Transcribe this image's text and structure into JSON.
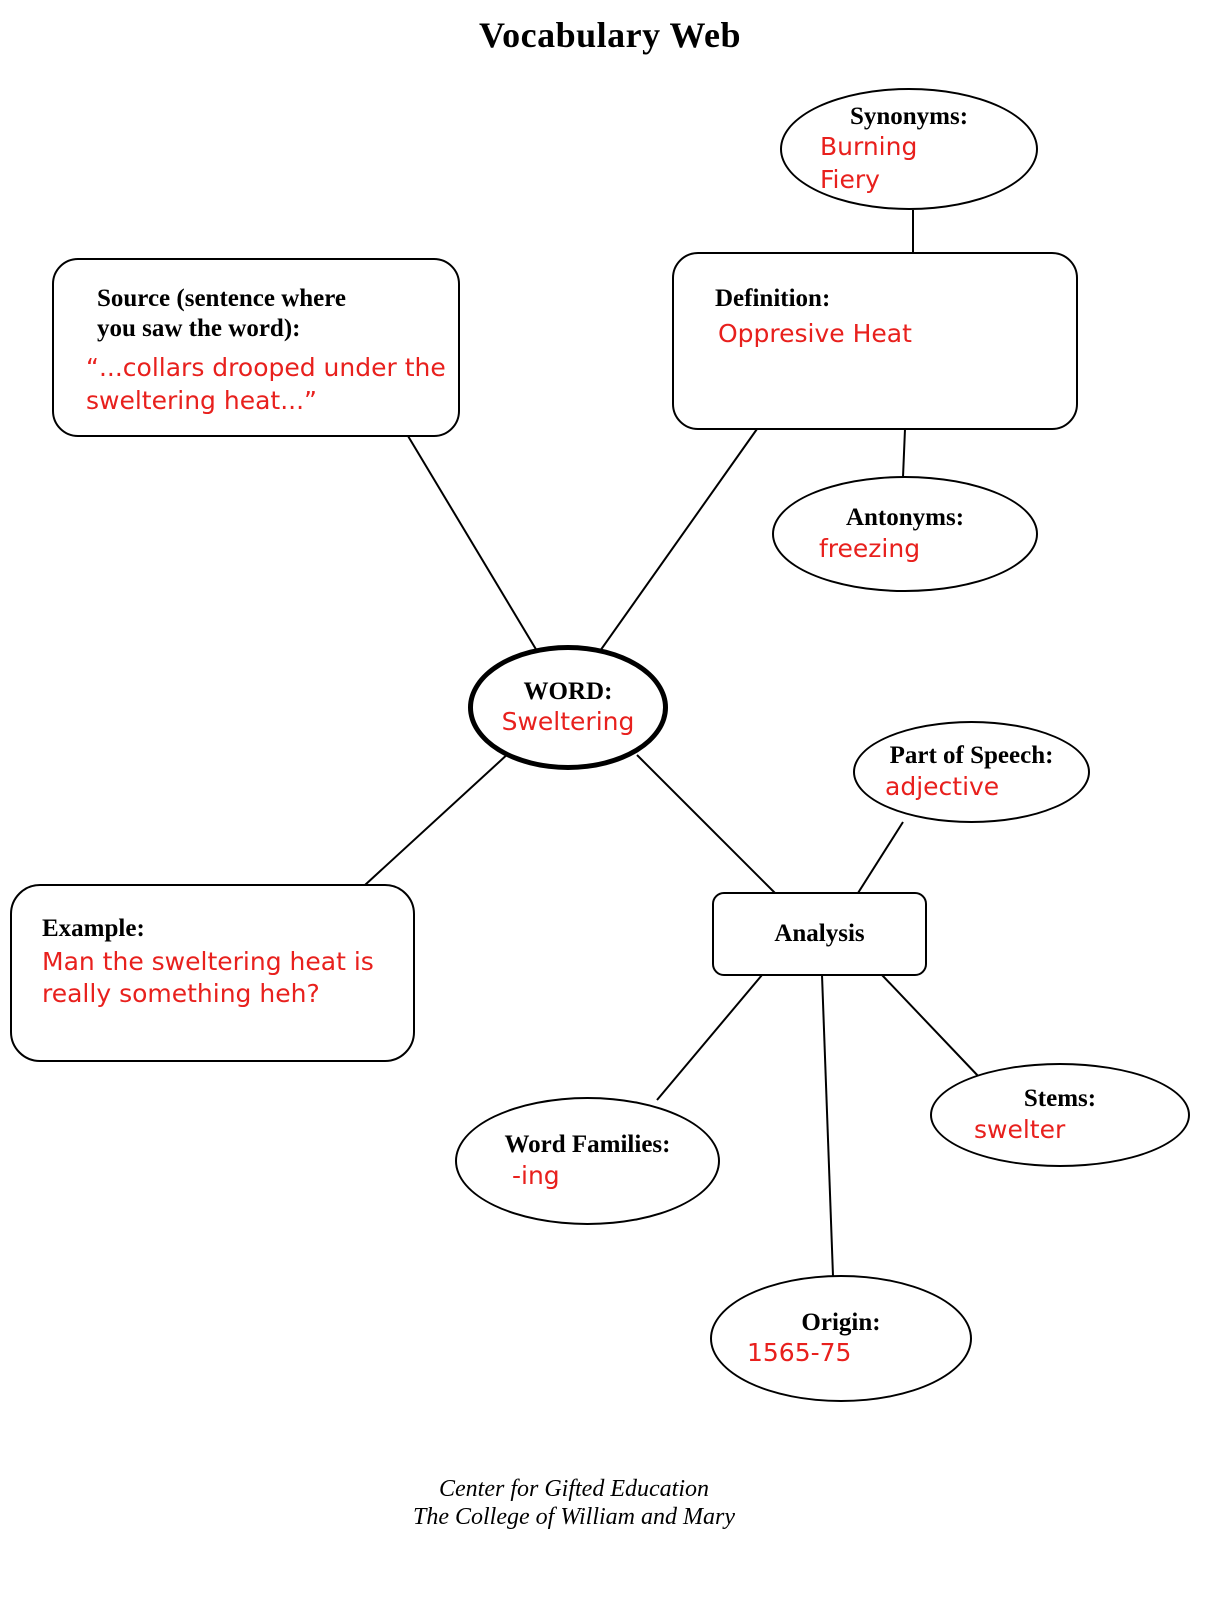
{
  "title": "Vocabulary Web",
  "colors": {
    "value_red": "#e8201d",
    "line_black": "#000000"
  },
  "nodes": {
    "synonyms": {
      "label": "Synonyms:",
      "values": [
        "Burning",
        "Fiery"
      ]
    },
    "definition": {
      "label": "Definition:",
      "values": [
        "Oppresive Heat"
      ]
    },
    "antonyms": {
      "label": "Antonyms:",
      "values": [
        "freezing"
      ]
    },
    "source": {
      "label_lines": [
        "Source (sentence where",
        "you saw the word):"
      ],
      "values": [
        "“...collars drooped under the",
        "sweltering heat...”"
      ]
    },
    "word": {
      "label": "WORD:",
      "values": [
        "Sweltering"
      ]
    },
    "part_of_speech": {
      "label": "Part of Speech:",
      "values": [
        "adjective"
      ]
    },
    "analysis": {
      "label": "Analysis"
    },
    "example": {
      "label": "Example:",
      "values": [
        "Man the sweltering heat is",
        "really something heh?"
      ]
    },
    "word_families": {
      "label": "Word Families:",
      "values": [
        "-ing"
      ]
    },
    "stems": {
      "label": "Stems:",
      "values": [
        "swelter"
      ]
    },
    "origin": {
      "label": "Origin:",
      "values": [
        "1565-75"
      ]
    }
  },
  "footer": {
    "line1": "Center for Gifted Education",
    "line2": "The College of William and Mary"
  }
}
